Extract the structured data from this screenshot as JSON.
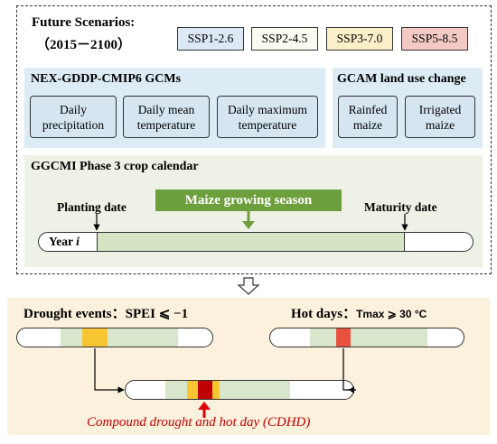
{
  "future_scenarios": {
    "title": "Future Scenarios:",
    "period": "（2015－2100）",
    "ssp": [
      {
        "label": "SSP1-2.6",
        "color": "#dce9f5"
      },
      {
        "label": "SSP2-4.5",
        "color": "#fafaf0"
      },
      {
        "label": "SSP3-7.0",
        "color": "#fbefc8"
      },
      {
        "label": "SSP5-8.5",
        "color": "#f3c9c4"
      }
    ]
  },
  "gcms": {
    "title": "NEX-GDDP-CMIP6 GCMs",
    "items": [
      {
        "line1": "Daily",
        "line2": "precipitation"
      },
      {
        "line1": "Daily mean",
        "line2": "temperature"
      },
      {
        "line1": "Daily maximum",
        "line2": "temperature"
      }
    ]
  },
  "gcam": {
    "title": "GCAM land use change",
    "items": [
      {
        "line1": "Rainfed",
        "line2": "maize"
      },
      {
        "line1": "Irrigated",
        "line2": "maize"
      }
    ]
  },
  "crop_calendar": {
    "title": "GGCMI Phase 3 crop calendar",
    "planting_date": "Planting date",
    "maturity_date": "Maturity date",
    "growing_season": "Maize growing season",
    "year_label": "Year ",
    "year_var": "i"
  },
  "drought": {
    "label": "Drought events：SPEI ⩽ −1"
  },
  "hot_days": {
    "label": "Hot days：",
    "condition": "Tmax ⩾ 30 °C"
  },
  "cdhd": {
    "label": "Compound drought and hot day (CDHD)"
  },
  "colors": {
    "season_green": "#d5e5c4",
    "season_header": "#6e9f3d",
    "drought_yellow": "#f7c531",
    "hot_red": "#e8523f",
    "compound_red": "#c00000",
    "track_green": "#d8e6cc"
  }
}
